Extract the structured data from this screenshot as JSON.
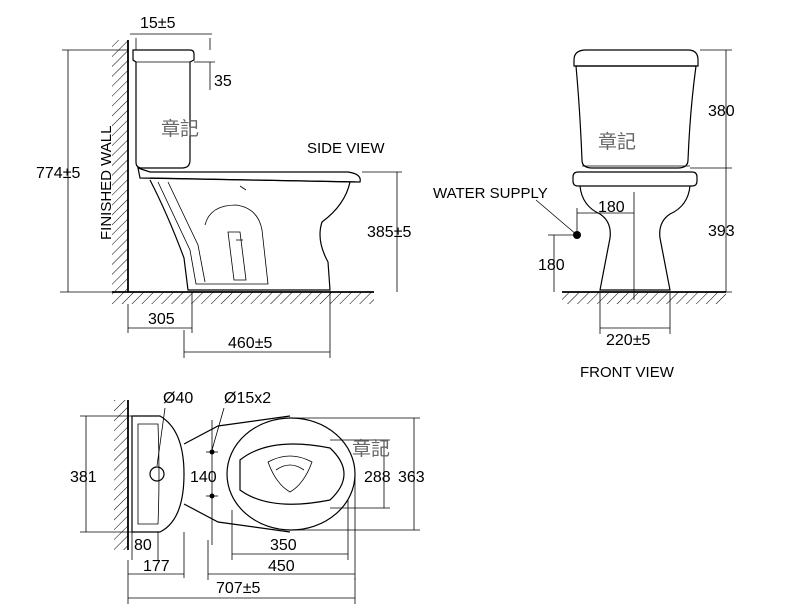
{
  "views": {
    "side": "SIDE VIEW",
    "front": "FRONT VIEW",
    "wall": "FINISHED WALL",
    "water_supply": "WATER SUPPLY"
  },
  "dimensions": {
    "side_tank_offset": "15±5",
    "side_lid_thick": "35",
    "side_total_height": "774±5",
    "side_seat_height": "385±5",
    "side_rough_in": "305",
    "side_depth": "460±5",
    "front_tank_height": "380",
    "front_bowl_height": "393",
    "front_supply_offset": "180",
    "front_supply_height": "180",
    "front_base_width": "220±5",
    "plan_hole_dia": "Ø40",
    "plan_bolt_dia": "Ø15x2",
    "plan_tank_width": "381",
    "plan_bolt_spacing": "140",
    "plan_bowl_inner": "288",
    "plan_bowl_outer": "363",
    "plan_tank_depth": "80",
    "plan_hole_offset": "177",
    "plan_bowl_inner_len": "350",
    "plan_bowl_len": "450",
    "plan_total_len": "707±5"
  },
  "watermarks": [
    "章記",
    "章記",
    "章記"
  ]
}
